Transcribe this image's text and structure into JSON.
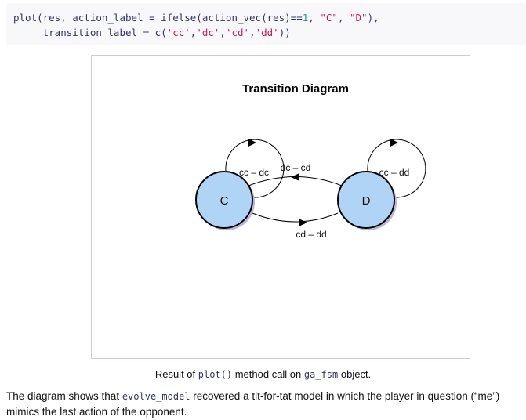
{
  "code": {
    "line1_a": "plot(res, action_label = ifelse(action_vec(res)==",
    "line1_num": "1",
    "line1_b": ", ",
    "line1_s1": "\"C\"",
    "line1_c": ", ",
    "line1_s2": "\"D\"",
    "line1_d": "),",
    "line2_a": "     transition_label = c(",
    "s_cc": "'cc'",
    "s_dc": "'dc'",
    "s_cd": "'cd'",
    "s_dd": "'dd'",
    "comma": ",",
    "line2_end": "))"
  },
  "diagram": {
    "title": "Transition Diagram",
    "nodes": [
      "C",
      "D"
    ],
    "labels": {
      "c_loop": "cc – dc",
      "d_to_c": "dc – cd",
      "d_loop": "cc – dd",
      "c_to_d": "cd – dd"
    },
    "node_fill": "#b0d4f6",
    "shadow": "#b8b8d8"
  },
  "caption": {
    "a": "Result of ",
    "code1": "plot()",
    "b": " method call on ",
    "code2": "ga_fsm",
    "c": " object."
  },
  "para": {
    "a": "The diagram shows that ",
    "code": "evolve_model",
    "b": " recovered a tit-for-tat model in which the player in question (“me”) mimics the last action of the opponent."
  }
}
